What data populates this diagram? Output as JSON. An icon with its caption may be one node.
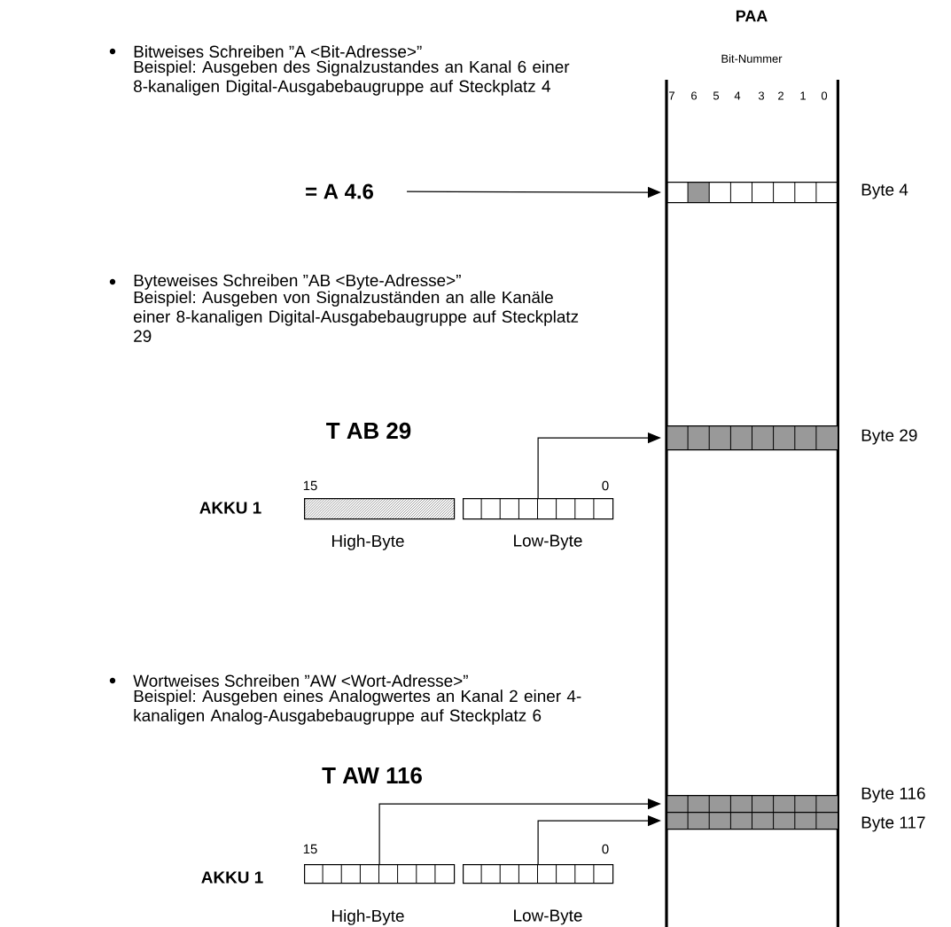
{
  "diagram": {
    "nodes": [
      {
        "text": [
          "PAA",
          "Bit-Nummer"
        ]
      },
      {
        "text": [
          "= A 4.6"
        ]
      },
      {
        "text": [],
        "shape": "bar",
        "in": 0,
        "beside": [
          "Byte 4"
        ]
      },
      {
        "text": [],
        "shape": "bar",
        "beside": [
          "High-Byte"
        ]
      },
      {
        "text": [],
        "shape": "bar",
        "beside": [
          "Low-Byte"
        ]
      },
      {
        "text": [],
        "shape": "bar",
        "in": 0,
        "beside": [
          "Byte 29"
        ]
      },
      {
        "text": [],
        "shape": "bar",
        "beside": [
          "High-Byte"
        ]
      },
      {
        "text": [],
        "shape": "bar",
        "beside": [
          "Low-Byte"
        ]
      },
      {
        "text": [],
        "shape": "bar",
        "in": 0,
        "beside": [
          "Byte 116"
        ]
      },
      {
        "text": [],
        "shape": "bar",
        "in": 0,
        "beside": [
          "Byte 117"
        ]
      }
    ],
    "edges": [
      {
        "from": 1,
        "to": 2,
        "arrow": "to"
      },
      {
        "from": 4,
        "to": 5,
        "arrow": "to"
      },
      {
        "from": 6,
        "to": 8,
        "arrow": "to"
      },
      {
        "from": 7,
        "to": 9,
        "arrow": "to"
      }
    ],
    "labels": [
      "Bitweises Schreiben ”A <Bit-Adresse>”",
      "Beispiel: Ausgeben des Signalzustandes an Kanal 6 einer 8-kanaligen Digital-Ausgabebaugruppe auf Steckplatz 4",
      "7",
      "6",
      "5",
      "4",
      "3",
      "2",
      "1",
      "0",
      "Byteweises Schreiben ”AB <Byte-Adresse>”",
      "Beispiel: Ausgeben von Signalzuständen an alle Kanäle einer 8-kanaligen Digital-Ausgabebaugruppe auf Steckplatz 29",
      "T AB 29",
      "15",
      "0",
      "AKKU 1",
      "Wortweises Schreiben ”AW <Wort-Adresse>”",
      "Beispiel: Ausgeben eines Analogwertes an Kanal 2 einer 4-kanaligen Analog-Ausgabebaugruppe auf Steckplatz 6",
      "T AW 116",
      "15",
      "0",
      "AKKU 1"
    ]
  }
}
